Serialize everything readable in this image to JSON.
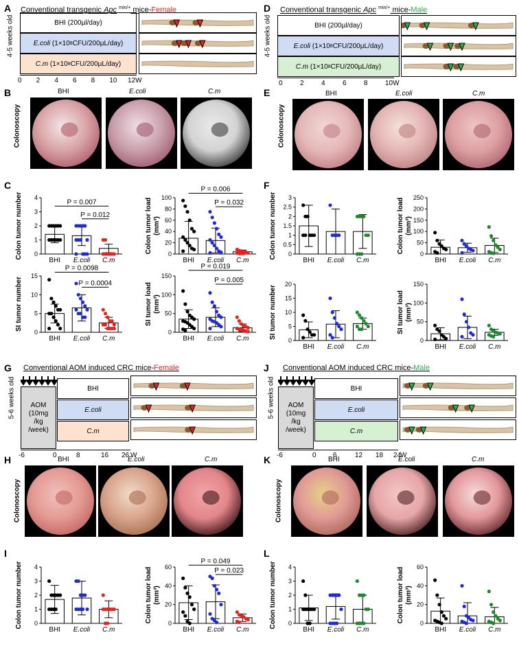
{
  "colors": {
    "female": "#e8221c",
    "male": "#22b14c",
    "bhi": "#000000",
    "ecoli": "#1f2bd6",
    "cm": "#e8221c",
    "cm_male": "#1a8a2a",
    "ecoli_box": "#cfdcf3",
    "cm_box_female": "#fde2cf",
    "cm_box_male": "#d7f0d4",
    "aom_box": "#d9d9d9"
  },
  "labels": {
    "A": "A",
    "B": "B",
    "C": "C",
    "D": "D",
    "E": "E",
    "F": "F",
    "G": "G",
    "H": "H",
    "I": "I",
    "J": "J",
    "K": "K",
    "L": "L"
  },
  "panelA": {
    "title_pre": "Conventional transgenic ",
    "title_apc": "Apc",
    "title_sup": "min/+",
    "title_mid": " mice-",
    "title_sex": "Female",
    "age": "4-5 weeks old",
    "rows": [
      "BHI (200µl/day)",
      "E.coli (1×10",
      "C.m (1×10"
    ],
    "row_sup": "8",
    "row_tail": " CFU/200µL/day)",
    "ticks": [
      "0",
      "2",
      "4",
      "6",
      "8",
      "10",
      "12W"
    ]
  },
  "panelD": {
    "title_pre": "Conventional transgenic ",
    "title_apc": "Apc",
    "title_sup": "min/+",
    "title_mid": " mice-",
    "title_sex": "Male",
    "age": "4-5 weeks old",
    "rows": [
      "BHI (200µl/day)",
      "E.coli (1×10",
      "C.m (1×10"
    ],
    "row_sup": "8",
    "row_tail": " CFU/200µL/day)",
    "ticks": [
      "0",
      "2",
      "4",
      "6",
      "8",
      "10W"
    ]
  },
  "groups": {
    "bhi": "BHI",
    "ecoli": "E.coli",
    "cm": "C.m",
    "cm_dot": "C.m"
  },
  "colonoscopy": "Colonoscopy",
  "ylabels": {
    "colon_num": "Colon tumor number",
    "colon_load": "Colon tumor load",
    "si_num": "SI  tumor number",
    "si_load": "SI tumor load",
    "unit": "(mm³)"
  },
  "pvalues": {
    "C1a": "P = 0.007",
    "C1b": "P = 0.012",
    "C2a": "P = 0.006",
    "C2b": "P = 0.032",
    "C3a": "P = 0.0098",
    "C3b": "P = 0.0004",
    "C4a": "P = 0.019",
    "C4b": "P = 0.005",
    "I2a": "P = 0.049",
    "I2b": "P = 0.023"
  },
  "panelG": {
    "title": "Conventional AOM induced CRC mice-",
    "sex": "Female",
    "age": "5-6 weeks old",
    "aom": [
      "AOM",
      "(10mg",
      "/kg",
      "/week)"
    ],
    "ticks": [
      "-6",
      "0",
      "8",
      "16",
      "26",
      "W"
    ]
  },
  "panelJ": {
    "title": "Conventional AOM induced CRC mice-",
    "sex": "Male",
    "age": "5-6 weeks old",
    "aom": [
      "AOM",
      "(10mg",
      "/kg",
      "/week)"
    ],
    "ticks": [
      "-6",
      "0",
      "6",
      "12",
      "18",
      "24",
      "W"
    ]
  },
  "chart_data": [
    {
      "panel": "C",
      "id": "C1",
      "type": "bar",
      "ylabel": "Colon tumor number",
      "categories": [
        "BHI",
        "E.coli",
        "C.m"
      ],
      "values": [
        1.4,
        1.3,
        0.4
      ],
      "error": [
        0.6,
        0.7,
        0.3
      ],
      "ylim": [
        0,
        4
      ],
      "yticks": [
        0,
        1,
        2,
        3,
        4
      ],
      "points": [
        [
          2,
          2,
          2,
          2,
          2,
          2,
          1,
          1,
          1,
          1,
          1,
          1
        ],
        [
          2,
          2,
          2,
          2,
          2,
          1,
          1,
          1,
          1,
          0,
          0,
          0,
          0
        ],
        [
          1,
          1,
          0,
          0,
          0,
          0,
          0,
          0,
          0,
          0,
          0
        ]
      ]
    },
    {
      "panel": "C",
      "id": "C2",
      "type": "bar",
      "ylabel": "Colon tumor load (mm³)",
      "categories": [
        "BHI",
        "E.coli",
        "C.m"
      ],
      "values": [
        28,
        24,
        4
      ],
      "error": [
        30,
        22,
        3
      ],
      "ylim": [
        0,
        100
      ],
      "yticks": [
        0,
        20,
        40,
        60,
        80,
        100
      ],
      "points": [
        [
          95,
          85,
          75,
          60,
          45,
          40,
          30,
          25,
          20,
          15,
          10,
          8,
          5
        ],
        [
          75,
          65,
          55,
          45,
          35,
          30,
          25,
          20,
          15,
          10,
          5,
          3,
          2
        ],
        [
          8,
          6,
          5,
          4,
          3,
          2,
          2,
          1,
          1,
          1
        ]
      ]
    },
    {
      "panel": "C",
      "id": "C3",
      "type": "bar",
      "ylabel": "SI  tumor number",
      "categories": [
        "BHI",
        "E.coli",
        "C.m"
      ],
      "values": [
        5,
        6.5,
        2.5
      ],
      "error": [
        2.5,
        3.5,
        1.5
      ],
      "ylim": [
        0,
        15
      ],
      "yticks": [
        0,
        5,
        10,
        15
      ],
      "points": [
        [
          14,
          9,
          8,
          7,
          6,
          6,
          5,
          5,
          4,
          3,
          2,
          1,
          1
        ],
        [
          13,
          10,
          9,
          8,
          7,
          6,
          6,
          5,
          5,
          4,
          4
        ],
        [
          6,
          5,
          4,
          3,
          3,
          2,
          2,
          2,
          1,
          1,
          1,
          1
        ]
      ]
    },
    {
      "panel": "C",
      "id": "C4",
      "type": "bar",
      "ylabel": "SI tumor load (mm³)",
      "categories": [
        "BHI",
        "E.coli",
        "C.m"
      ],
      "values": [
        35,
        40,
        12
      ],
      "error": [
        25,
        25,
        10
      ],
      "ylim": [
        0,
        150
      ],
      "yticks": [
        0,
        50,
        100,
        150
      ],
      "points": [
        [
          110,
          75,
          55,
          45,
          40,
          35,
          30,
          28,
          25,
          20,
          15,
          10,
          8,
          5
        ],
        [
          105,
          80,
          70,
          55,
          45,
          40,
          35,
          30,
          28,
          25,
          20,
          15,
          10
        ],
        [
          40,
          30,
          22,
          18,
          15,
          12,
          10,
          8,
          6,
          5,
          3,
          2
        ]
      ]
    },
    {
      "panel": "F",
      "id": "F1",
      "type": "bar",
      "ylabel": "Colon tumor number",
      "categories": [
        "BHI",
        "E.coli",
        "C.m"
      ],
      "values": [
        1.5,
        1.2,
        1.2
      ],
      "error": [
        1.1,
        1.2,
        0.9
      ],
      "ylim": [
        0,
        3
      ],
      "yticks": [
        0,
        0.5,
        1,
        1.5,
        2,
        2.5,
        3
      ],
      "points": [
        [
          2.6,
          2,
          2,
          1,
          1,
          1,
          1,
          1
        ],
        [
          2.6,
          1,
          1,
          1,
          1
        ],
        [
          2,
          2,
          2,
          2,
          1,
          1,
          0,
          0,
          0
        ]
      ]
    },
    {
      "panel": "F",
      "id": "F2",
      "type": "bar",
      "ylabel": "Colon tumor load (mm³)",
      "categories": [
        "BHI",
        "E.coli",
        "C.m"
      ],
      "values": [
        30,
        28,
        38
      ],
      "error": [
        32,
        20,
        32
      ],
      "ylim": [
        0,
        250
      ],
      "yticks": [
        0,
        50,
        100,
        150,
        200,
        250
      ],
      "points": [
        [
          95,
          60,
          45,
          35,
          25,
          20,
          10,
          5
        ],
        [
          60,
          45,
          35,
          25,
          20,
          15,
          5
        ],
        [
          120,
          80,
          60,
          40,
          30,
          20,
          10,
          5,
          3
        ]
      ]
    },
    {
      "panel": "F",
      "id": "F3",
      "type": "bar",
      "ylabel": "SI  tumor number",
      "categories": [
        "BHI",
        "E.coli",
        "C.m"
      ],
      "values": [
        3.8,
        5.8,
        6
      ],
      "error": [
        2.8,
        4.8,
        2
      ],
      "ylim": [
        0,
        20
      ],
      "yticks": [
        0,
        5,
        10,
        15,
        20
      ],
      "points": [
        [
          9,
          7,
          4,
          3,
          2,
          2,
          1
        ],
        [
          15,
          10,
          8,
          6,
          5,
          4,
          2,
          1
        ],
        [
          10,
          9,
          8,
          7,
          6,
          5,
          5,
          4,
          4
        ]
      ]
    },
    {
      "panel": "F",
      "id": "F4",
      "type": "bar",
      "ylabel": "SI tumor load (mm³)",
      "categories": [
        "BHI",
        "E.coli",
        "C.m"
      ],
      "values": [
        18,
        35,
        22
      ],
      "error": [
        16,
        30,
        8
      ],
      "ylim": [
        0,
        150
      ],
      "yticks": [
        0,
        50,
        100,
        150
      ],
      "points": [
        [
          40,
          30,
          25,
          15,
          10,
          5,
          3
        ],
        [
          110,
          70,
          50,
          35,
          20,
          15,
          10
        ],
        [
          40,
          30,
          25,
          22,
          20,
          18,
          15,
          12,
          10
        ]
      ]
    },
    {
      "panel": "I",
      "id": "I1",
      "type": "bar",
      "ylabel": "Colon tumor number",
      "categories": [
        "BHI",
        "E.coli",
        "C.m"
      ],
      "values": [
        1.7,
        1.8,
        1.0
      ],
      "error": [
        1.0,
        1.2,
        0.6
      ],
      "ylim": [
        0,
        4
      ],
      "yticks": [
        0,
        1,
        2,
        3,
        4
      ],
      "points": [
        [
          3,
          2,
          2,
          2,
          2,
          2,
          1,
          1,
          1,
          1
        ],
        [
          3,
          3,
          2,
          2,
          2,
          1,
          1,
          1,
          1,
          1
        ],
        [
          2,
          1,
          1,
          1,
          1,
          1,
          1,
          0,
          0
        ]
      ]
    },
    {
      "panel": "I",
      "id": "I2",
      "type": "bar",
      "ylabel": "Colon tumor load (mm³)",
      "categories": [
        "BHI",
        "E.coli",
        "C.m"
      ],
      "values": [
        22,
        23,
        6
      ],
      "error": [
        18,
        18,
        4
      ],
      "ylim": [
        0,
        60
      ],
      "yticks": [
        0,
        20,
        40,
        60
      ],
      "points": [
        [
          48,
          38,
          32,
          28,
          20,
          15,
          12,
          8,
          2,
          0
        ],
        [
          50,
          48,
          40,
          36,
          32,
          20,
          10,
          5,
          3,
          1
        ],
        [
          12,
          9,
          8,
          7,
          5,
          4,
          2,
          1
        ]
      ]
    },
    {
      "panel": "L",
      "id": "L1",
      "type": "bar",
      "ylabel": "Colon tumor number",
      "categories": [
        "BHI",
        "E.coli",
        "C.m"
      ],
      "values": [
        1.1,
        1.2,
        1.0
      ],
      "error": [
        0.9,
        0.9,
        1.0
      ],
      "ylim": [
        0,
        4
      ],
      "yticks": [
        0,
        1,
        2,
        3,
        4
      ],
      "points": [
        [
          3,
          2,
          1,
          1,
          1,
          1,
          1,
          1,
          0,
          0
        ],
        [
          2,
          2,
          2,
          2,
          2,
          1,
          0,
          0,
          0,
          0
        ],
        [
          3,
          2,
          2,
          2,
          1,
          1,
          0,
          0,
          0,
          0
        ]
      ]
    },
    {
      "panel": "L",
      "id": "L2",
      "type": "bar",
      "ylabel": "Colon tumor load (mm³)",
      "categories": [
        "BHI",
        "E.coli",
        "C.m"
      ],
      "values": [
        13,
        8,
        7
      ],
      "error": [
        14,
        14,
        10
      ],
      "ylim": [
        0,
        60
      ],
      "yticks": [
        0,
        20,
        40,
        60
      ],
      "points": [
        [
          46,
          30,
          20,
          12,
          8,
          5,
          3,
          2,
          1,
          0
        ],
        [
          40,
          18,
          8,
          6,
          4,
          3,
          2,
          1,
          0
        ],
        [
          34,
          20,
          12,
          8,
          5,
          3,
          2,
          1,
          0
        ]
      ]
    }
  ]
}
